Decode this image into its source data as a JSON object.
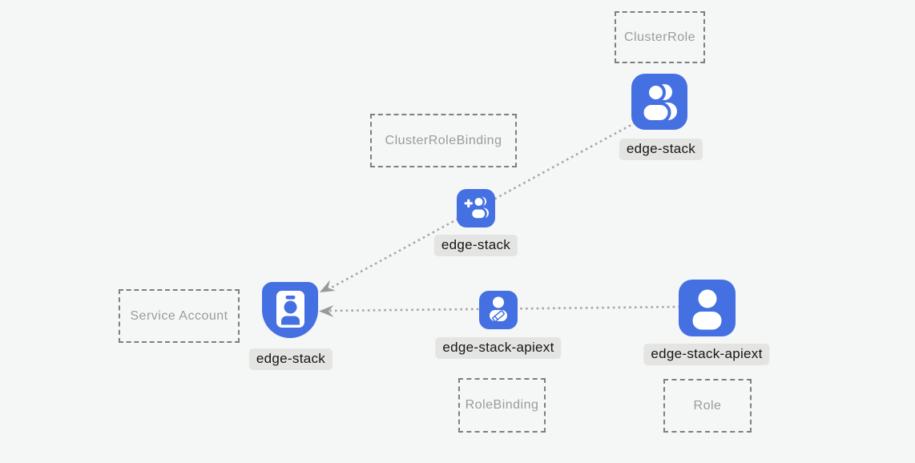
{
  "diagram": {
    "title": "kubernetes-rbac-diagram",
    "colors": {
      "page_bg": "#f5f6f6",
      "accent": "#4470e2",
      "glyph": "#ffffff",
      "edge_line": "#a6a6a6",
      "arrow": "#999999",
      "box_border": "#7f7f7f",
      "box_text": "#9b9b9b",
      "chip_bg": "#e4e4e2",
      "chip_text": "#161616"
    },
    "boxes": {
      "cluster_role": "ClusterRole",
      "cluster_role_binding": "ClusterRoleBinding",
      "service_account": "Service Account",
      "role_binding": "RoleBinding",
      "role": "Role"
    },
    "nodes": {
      "cluster_role": "edge-stack",
      "cluster_role_binding": "edge-stack",
      "service_account": "edge-stack",
      "role_binding": "edge-stack-apiext",
      "role": "edge-stack-apiext"
    },
    "icons": {
      "cluster_role": "users-icon",
      "cluster_role_binding": "user-plus-icon",
      "service_account": "id-badge-icon",
      "role_binding": "user-edit-icon",
      "role": "user-icon"
    },
    "edges": [
      {
        "from": "cluster_role",
        "through": "cluster_role_binding",
        "to": "service_account",
        "style": "dotted-arrow"
      },
      {
        "from": "role",
        "through": "role_binding",
        "to": "service_account",
        "style": "dotted-arrow"
      }
    ]
  }
}
